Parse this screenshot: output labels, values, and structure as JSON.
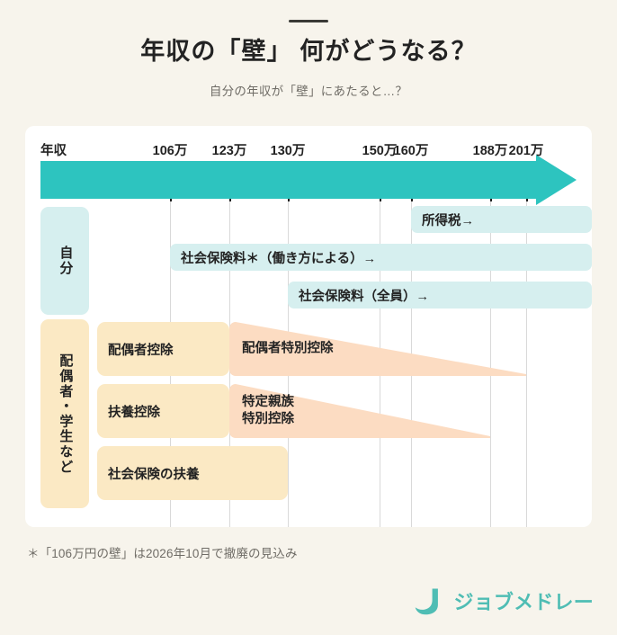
{
  "header": {
    "title": "年収の「壁」 何がどうなる？",
    "subtitle": "自分の年収が「壁」にあたると…？"
  },
  "chart_data": {
    "type": "bar",
    "title": "年収の「壁」 何がどうなる？",
    "xlabel": "年収",
    "axis_title": "年収",
    "tick_labels": [
      "106万",
      "123万",
      "130万",
      "150万",
      "160万",
      "188万",
      "201万"
    ],
    "tick_values": [
      106,
      123,
      130,
      150,
      160,
      188,
      201
    ],
    "axis_unit": "万円",
    "grid": true,
    "legend_position": "left",
    "groups": [
      {
        "name": "自分",
        "label": "自分",
        "color": "#d6efef",
        "bars": [
          {
            "label": "所得税→",
            "start_label": "160万",
            "start_value": 160,
            "end_value": null,
            "shape": "bar",
            "color": "#d6efef"
          },
          {
            "label": "社会保険料＊（働き方による）→",
            "label_main": "社会保険料",
            "label_sup": "＊",
            "label_rest": "（働き方による）→",
            "start_label": "106万",
            "start_value": 106,
            "end_value": null,
            "shape": "bar",
            "color": "#d6efef"
          },
          {
            "label": "社会保険料（全員）→",
            "start_label": "130万",
            "start_value": 130,
            "end_value": null,
            "shape": "bar",
            "color": "#d6efef"
          }
        ]
      },
      {
        "name": "配偶者・学生など",
        "label": "配偶者・学生など",
        "color": "#fbe9c4",
        "bars": [
          {
            "label": "配偶者控除",
            "start_value": 0,
            "end_label": "123万",
            "end_value": 123,
            "shape": "bar",
            "color": "#fbe9c4"
          },
          {
            "label": "配偶者特別控除",
            "start_label": "123万",
            "start_value": 123,
            "end_label": "201万",
            "end_value": 201,
            "shape": "wedge",
            "color": "#fcdcc2"
          },
          {
            "label": "扶養控除",
            "start_value": 0,
            "end_label": "123万",
            "end_value": 123,
            "shape": "bar",
            "color": "#fbe9c4"
          },
          {
            "label": "特定親族\n特別控除",
            "start_label": "123万",
            "start_value": 123,
            "end_label": "188万",
            "end_value": 188,
            "shape": "wedge",
            "color": "#fcdcc2"
          },
          {
            "label": "社会保険の扶養",
            "start_value": 0,
            "end_label": "130万",
            "end_value": 130,
            "shape": "bar",
            "color": "#fbe9c4"
          }
        ]
      }
    ]
  },
  "footnote": "＊「106万円の壁」は2026年10月で撤廃の見込み",
  "logo": {
    "text": "ジョブメドレー",
    "mark": "j-mark-icon",
    "color": "#4fbdb4"
  }
}
